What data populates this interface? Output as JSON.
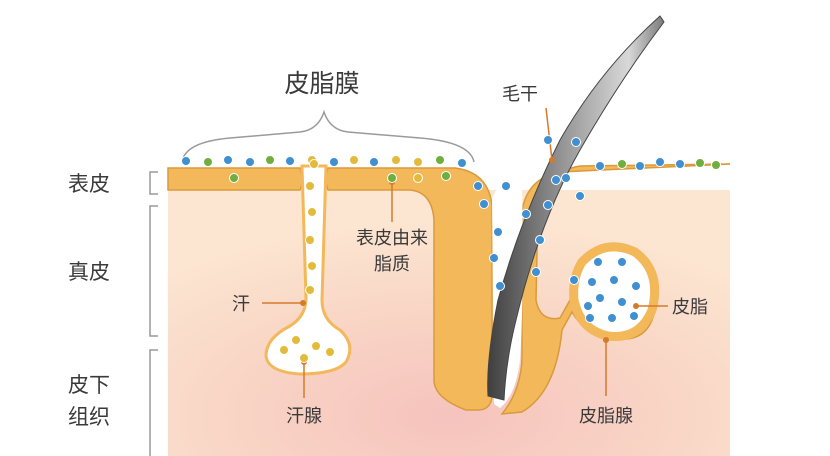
{
  "labels": {
    "sebum_film": "皮脂膜",
    "epidermis": "表皮",
    "dermis": "真皮",
    "subcutaneous_line1": "皮下",
    "subcutaneous_line2": "组织",
    "hair_shaft": "毛干",
    "epidermal_lipid_line1": "表皮由来",
    "epidermal_lipid_line2": "脂质",
    "sweat": "汗",
    "sweat_gland": "汗腺",
    "sebum": "皮脂",
    "sebaceous_gland": "皮脂腺"
  },
  "colors": {
    "skin_orange": "#f2b859",
    "outline_brown": "#d99a3c",
    "dermis_tint": "#fbe1ca",
    "dermis_pink": "#f7c9bf",
    "sweat_droplet": "#e3bb3b",
    "sebum_droplet": "#3f8fd1",
    "lipid_droplet": "#6fae3f",
    "pointer_line": "#d67a2a",
    "hair_dark": "#555555"
  }
}
